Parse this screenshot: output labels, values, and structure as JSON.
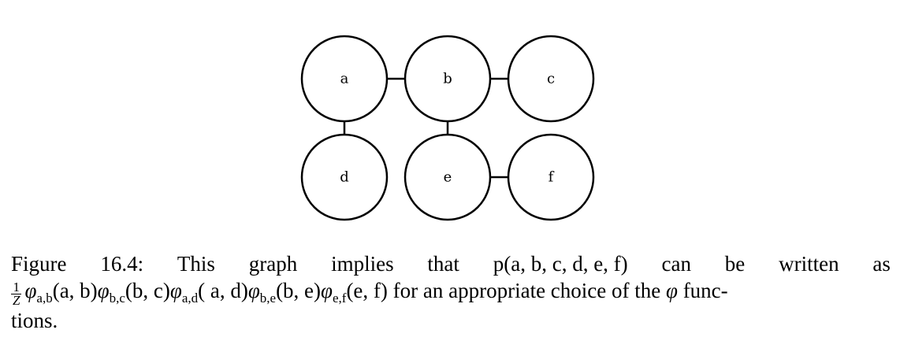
{
  "figure": {
    "nodes": [
      {
        "id": "a",
        "label": "a"
      },
      {
        "id": "b",
        "label": "b"
      },
      {
        "id": "c",
        "label": "c"
      },
      {
        "id": "d",
        "label": "d"
      },
      {
        "id": "e",
        "label": "e"
      },
      {
        "id": "f",
        "label": "f"
      }
    ],
    "edges": [
      [
        "a",
        "b"
      ],
      [
        "b",
        "c"
      ],
      [
        "a",
        "d"
      ],
      [
        "b",
        "e"
      ],
      [
        "e",
        "f"
      ]
    ]
  },
  "caption": {
    "line1": {
      "w1": "Figure",
      "w2": "16.4:",
      "w3": "This",
      "w4": "graph",
      "w5": "implies",
      "w6": "that",
      "expr": "p(a, b, c, d, e, f)",
      "w7": "can",
      "w8": "be",
      "w9": "written",
      "w10": "as"
    },
    "line2": {
      "frac_num": "1",
      "frac_den": "Z",
      "phi": "φ",
      "sub_ab": "a,b",
      "arg_ab": "(a, b)",
      "sub_bc": "b,c",
      "arg_bc": "(b, c)",
      "sub_ad": "a,d",
      "arg_ad": "( a, d)",
      "sub_be": "b,e",
      "arg_be": "(b, e)",
      "sub_ef": "e,f",
      "arg_ef": "(e, f)",
      "tail_before_phi": "for an appropriate choice of the",
      "tail_after_phi": "func-"
    },
    "line3": "tions."
  }
}
